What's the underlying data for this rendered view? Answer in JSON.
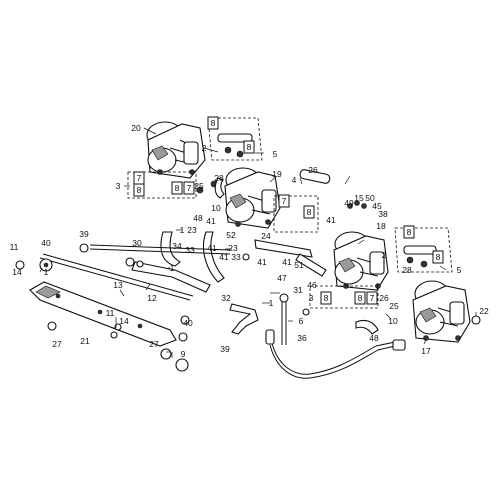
{
  "callouts": [
    {
      "id": "c20",
      "text": "20"
    },
    {
      "id": "c8a",
      "text": "8"
    },
    {
      "id": "c8b",
      "text": "8"
    },
    {
      "id": "c2a",
      "text": "2"
    },
    {
      "id": "c5a",
      "text": "5"
    },
    {
      "id": "c7a",
      "text": "7"
    },
    {
      "id": "c3a",
      "text": "3"
    },
    {
      "id": "c8c",
      "text": "8"
    },
    {
      "id": "c8d",
      "text": "8"
    },
    {
      "id": "c7b",
      "text": "7"
    },
    {
      "id": "c25a",
      "text": "25"
    },
    {
      "id": "c28a",
      "text": "28"
    },
    {
      "id": "c19",
      "text": "19"
    },
    {
      "id": "c10a",
      "text": "10"
    },
    {
      "id": "c48a",
      "text": "48"
    },
    {
      "id": "c41a",
      "text": "41"
    },
    {
      "id": "c49a",
      "text": "49"
    },
    {
      "id": "c26a",
      "text": "26"
    },
    {
      "id": "c4",
      "text": "4"
    },
    {
      "id": "c7c",
      "text": "7"
    },
    {
      "id": "c8e",
      "text": "8"
    },
    {
      "id": "c15",
      "text": "15"
    },
    {
      "id": "c50",
      "text": "50"
    },
    {
      "id": "c45",
      "text": "45"
    },
    {
      "id": "c38",
      "text": "38"
    },
    {
      "id": "c41b",
      "text": "41"
    },
    {
      "id": "c24",
      "text": "24"
    },
    {
      "id": "c18",
      "text": "18"
    },
    {
      "id": "c8f",
      "text": "8"
    },
    {
      "id": "c8g",
      "text": "8"
    },
    {
      "id": "c5b",
      "text": "5"
    },
    {
      "id": "c2b",
      "text": "2"
    },
    {
      "id": "c28b",
      "text": "28"
    },
    {
      "id": "c39a",
      "text": "39"
    },
    {
      "id": "c30",
      "text": "30"
    },
    {
      "id": "c1a",
      "text": "1"
    },
    {
      "id": "c23a",
      "text": "23"
    },
    {
      "id": "c52",
      "text": "52"
    },
    {
      "id": "c34",
      "text": "34"
    },
    {
      "id": "c33a",
      "text": "33"
    },
    {
      "id": "c41c",
      "text": "41"
    },
    {
      "id": "c23b",
      "text": "23"
    },
    {
      "id": "c41d",
      "text": "41"
    },
    {
      "id": "c33b",
      "text": "33"
    },
    {
      "id": "c41e",
      "text": "41"
    },
    {
      "id": "c41f",
      "text": "41"
    },
    {
      "id": "c51",
      "text": "51"
    },
    {
      "id": "c46",
      "text": "46"
    },
    {
      "id": "c1b",
      "text": "1"
    },
    {
      "id": "c11a",
      "text": "11"
    },
    {
      "id": "c40a",
      "text": "40"
    },
    {
      "id": "c14a",
      "text": "14"
    },
    {
      "id": "c1c",
      "text": "1"
    },
    {
      "id": "c13",
      "text": "13"
    },
    {
      "id": "c12",
      "text": "12"
    },
    {
      "id": "c32",
      "text": "32"
    },
    {
      "id": "c1d",
      "text": "1"
    },
    {
      "id": "c47",
      "text": "47"
    },
    {
      "id": "c31",
      "text": "31"
    },
    {
      "id": "c3b",
      "text": "3"
    },
    {
      "id": "c8h",
      "text": "8"
    },
    {
      "id": "c8i",
      "text": "8"
    },
    {
      "id": "c7d",
      "text": "7"
    },
    {
      "id": "c26b",
      "text": "26"
    },
    {
      "id": "c25b",
      "text": "25"
    },
    {
      "id": "c10b",
      "text": "10"
    },
    {
      "id": "c22",
      "text": "22"
    },
    {
      "id": "c11b",
      "text": "11"
    },
    {
      "id": "c14b",
      "text": "14"
    },
    {
      "id": "c40b",
      "text": "40"
    },
    {
      "id": "c27a",
      "text": "27"
    },
    {
      "id": "c21",
      "text": "21"
    },
    {
      "id": "c27b",
      "text": "27"
    },
    {
      "id": "c9",
      "text": "9"
    },
    {
      "id": "c39b",
      "text": "39"
    },
    {
      "id": "c6",
      "text": "6"
    },
    {
      "id": "c36",
      "text": "36"
    },
    {
      "id": "c48b",
      "text": "48"
    },
    {
      "id": "c17",
      "text": "17"
    }
  ]
}
